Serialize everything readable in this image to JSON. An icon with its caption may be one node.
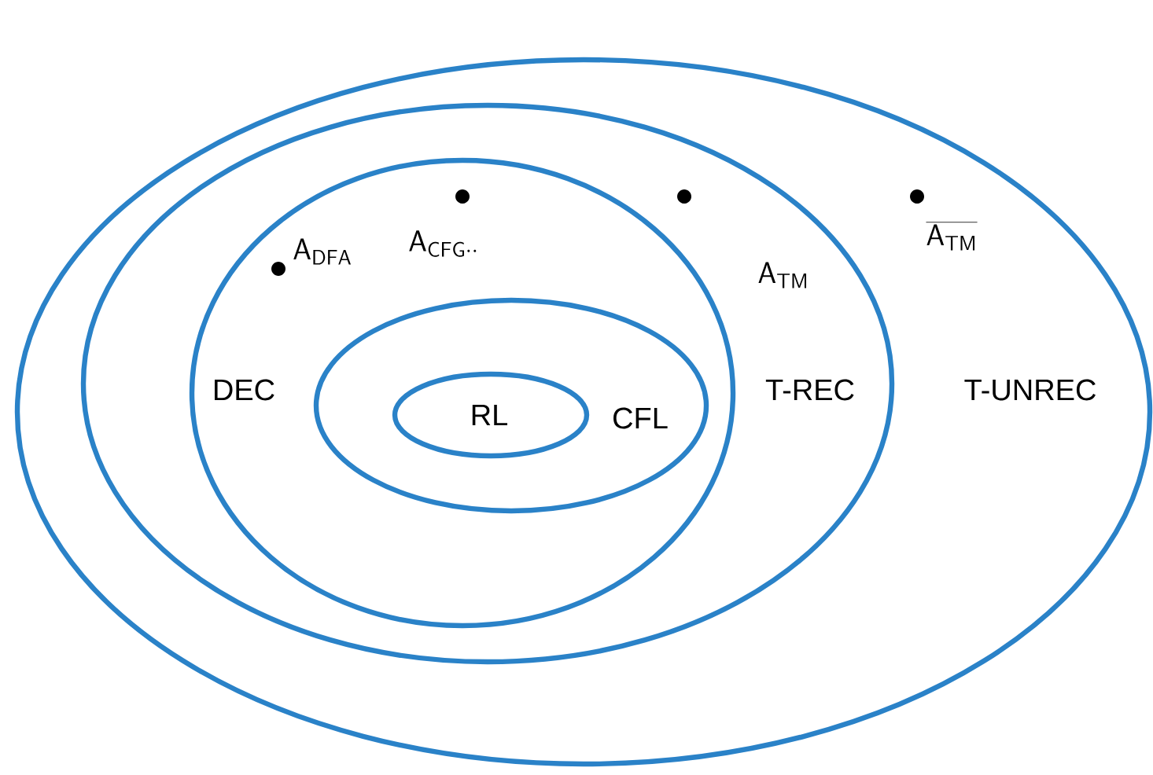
{
  "diagram": {
    "nodes": [
      {
        "text": [
          "T-UNREC"
        ]
      },
      {
        "text": [
          "T-REC"
        ],
        "in": 0
      },
      {
        "text": [
          "DEC"
        ],
        "in": 1
      },
      {
        "text": [
          "CFL"
        ],
        "in": 2
      },
      {
        "text": [
          "RL"
        ],
        "in": 3
      }
    ],
    "labels": [
      "\\mathsf{A}_{\\mathsf{DFA}}",
      "\\mathsf{A}_{\\mathsf{CFG}\\cdot\\cdot}",
      "\\mathsf{A}_{\\mathsf{TM}}",
      "\\overline{\\mathsf{A}_{\\mathsf{TM}}}"
    ]
  }
}
